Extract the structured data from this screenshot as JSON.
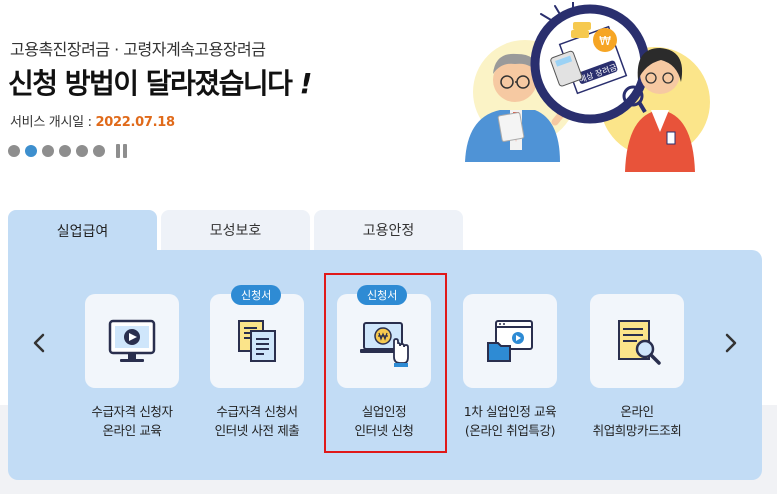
{
  "banner": {
    "subtitle": "고용촉진장려금 · 고령자계속고용장려금",
    "title": "신청 방법이 달라졌습니다",
    "title_suffix": "!",
    "date_label": "서비스 개시일 : ",
    "date_value": "2022.07.18",
    "slide_count": 6,
    "active_slide": 2,
    "illustration_text": "예상 장려금",
    "currency_glyph": "₩"
  },
  "tabs": [
    {
      "label": "실업급여",
      "active": true
    },
    {
      "label": "모성보호",
      "active": false
    },
    {
      "label": "고용안정",
      "active": false
    }
  ],
  "services": [
    {
      "line1": "수급자격 신청자",
      "line2": "온라인 교육",
      "badge": "",
      "icon": "monitor-play-icon"
    },
    {
      "line1": "수급자격 신청서",
      "line2": "인터넷 사전 제출",
      "badge": "신청서",
      "icon": "documents-icon"
    },
    {
      "line1": "실업인정",
      "line2": "인터넷 신청",
      "badge": "신청서",
      "icon": "laptop-click-icon",
      "highlighted": true
    },
    {
      "line1": "1차 실업인정 교육",
      "line2": "(온라인 취업특강)",
      "badge": "",
      "icon": "video-folder-icon"
    },
    {
      "line1": "온라인",
      "line2": "취업희망카드조회",
      "badge": "",
      "icon": "card-search-icon"
    }
  ],
  "colors": {
    "accent": "#2e8bd4",
    "panel": "#c2dcf5",
    "date": "#e06a1a",
    "highlight": "#e01919"
  }
}
